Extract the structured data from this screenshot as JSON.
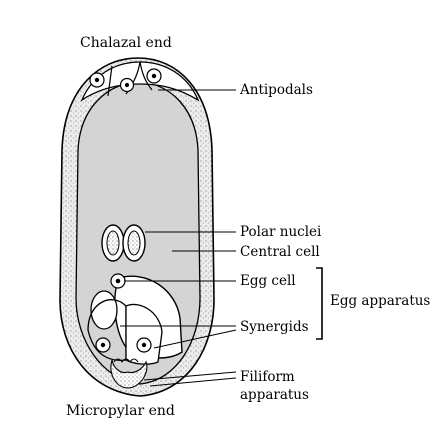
{
  "labels": {
    "chalazal_end": "Chalazal end",
    "antipodals": "Antipodals",
    "polar_nuclei": "Polar nuclei",
    "central_cell": "Central cell",
    "egg_cell": "Egg cell",
    "egg_apparatus": "Egg apparatus",
    "synergids": "Synergids",
    "filiform_line1": "Filiform",
    "filiform_line2": "apparatus",
    "micropylar_end": "Micropylar end"
  },
  "colors": {
    "outline": "#000000",
    "wall_fill": "#eaeaea",
    "wall_stipple": "#8a8a8a",
    "central_cell_fill": "#d3d3d3",
    "cell_fill": "#ffffff"
  }
}
